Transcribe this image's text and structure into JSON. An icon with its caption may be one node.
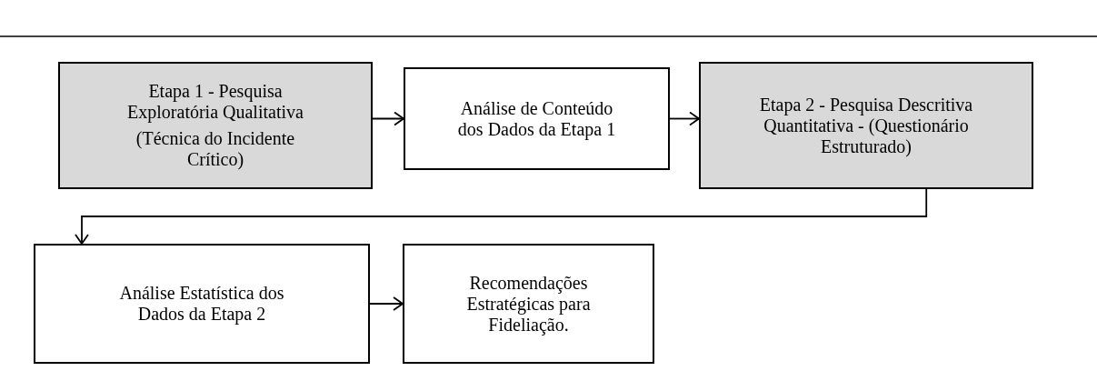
{
  "diagram": {
    "nodes": [
      {
        "text": [
          "Etapa 1 - Pesquisa Exploratória Qualitativa",
          "(Técnica do Incidente Crítico)"
        ]
      },
      {
        "text": [
          "Análise de Conteúdo dos Dados da Etapa 1"
        ]
      },
      {
        "text": [
          "Etapa  2 - Pesquisa Descritiva Quantitativa - (Questionário Estruturado)"
        ]
      },
      {
        "text": [
          "Análise Estatística dos Dados da Etapa 2"
        ]
      },
      {
        "text": [
          "Recomendações Estratégicas para Fideliação."
        ]
      }
    ],
    "edges": [
      {
        "from": 0,
        "to": 1,
        "arrow": "to"
      },
      {
        "from": 1,
        "to": 2,
        "arrow": "to"
      },
      {
        "from": 2,
        "to": 3,
        "arrow": "to"
      },
      {
        "from": 3,
        "to": 4,
        "arrow": "to"
      }
    ]
  }
}
